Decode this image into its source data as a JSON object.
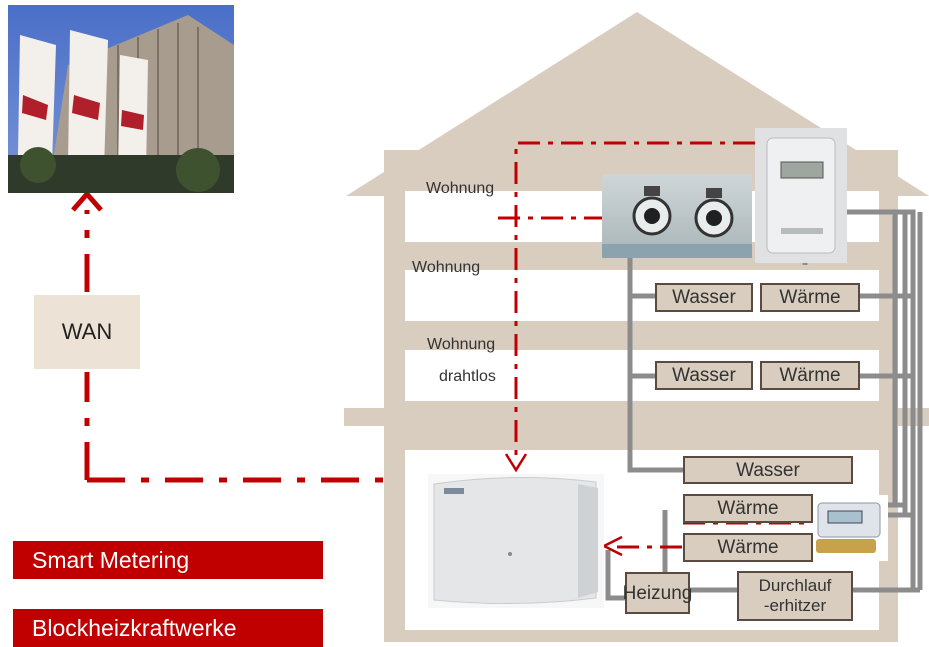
{
  "house": {
    "floor_labels": [
      "Wohnung",
      "Wohnung",
      "Wohnung",
      "drahtlos"
    ]
  },
  "meters": {
    "floor2": {
      "water": "Wasser",
      "heat": "Wärme"
    },
    "floor3": {
      "water": "Wasser",
      "heat": "Wärme"
    },
    "basement": {
      "water": "Wasser",
      "heat1": "Wärme",
      "heat2": "Wärme",
      "heating": "Heizung",
      "flow_heater_line1": "Durchlauf",
      "flow_heater_line2": "-erhitzer"
    }
  },
  "wan": {
    "label": "WAN"
  },
  "banners": {
    "smart_metering": "Smart Metering",
    "chp": "Blockheizkraftwerke"
  },
  "colors": {
    "house_fill": "#d9cdbf",
    "floor_fill": "#ffffff",
    "meter_box_fill": "#d9cdbf",
    "meter_box_border": "#5a4a40",
    "wired_line": "#8c8c8c",
    "wireless_line": "#c00000",
    "banner_fill": "#c00000",
    "wan_fill": "#ece3d6"
  }
}
